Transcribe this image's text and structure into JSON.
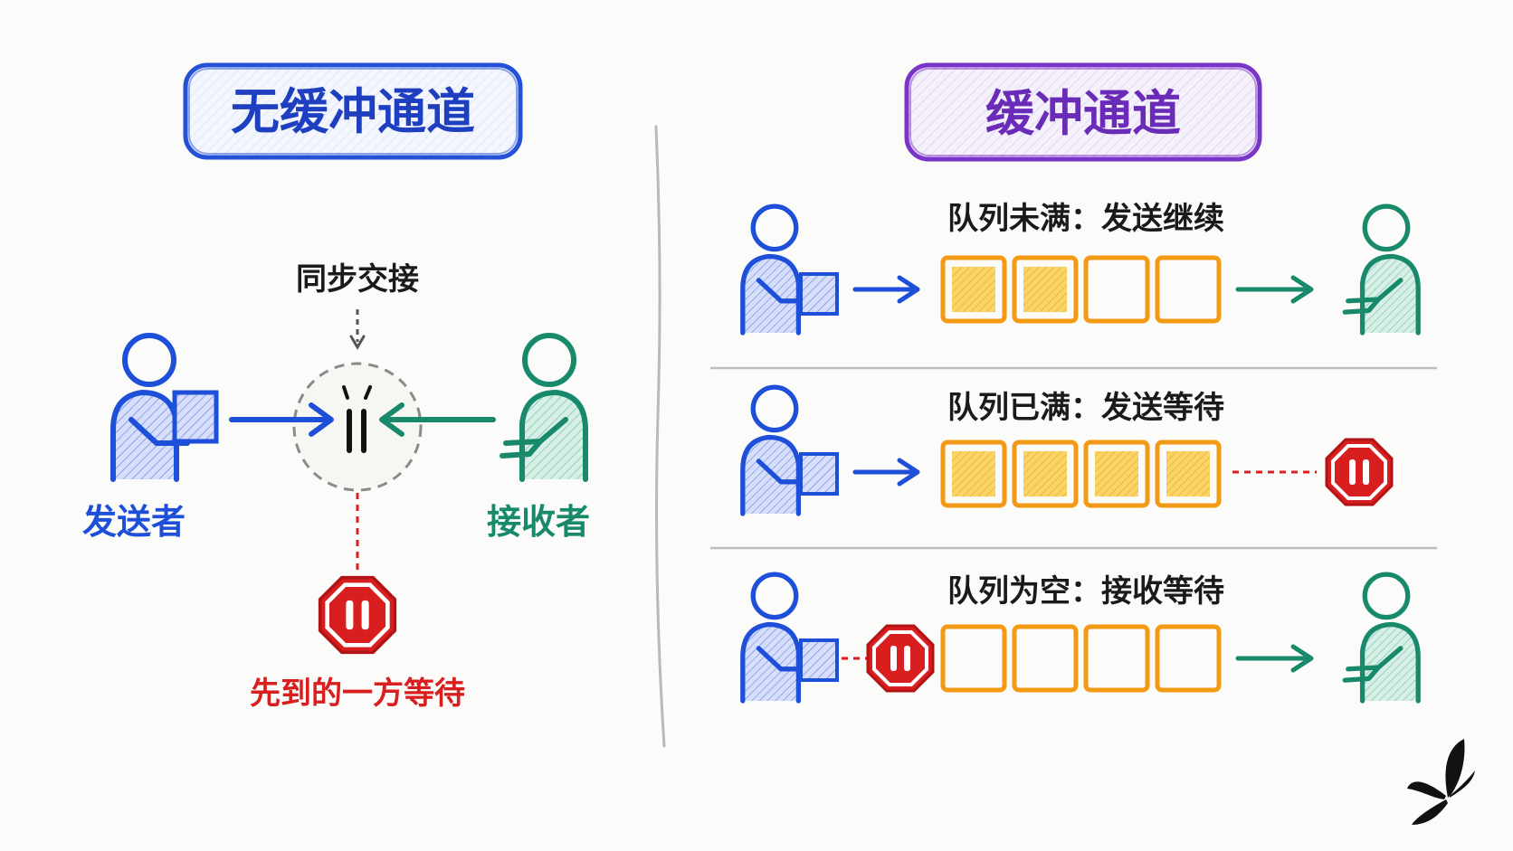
{
  "unbuffered": {
    "title": "无缓冲通道",
    "sync_label": "同步交接",
    "sender_label": "发送者",
    "receiver_label": "接收者",
    "wait_label": "先到的一方等待"
  },
  "buffered": {
    "title": "缓冲通道",
    "rows": [
      {
        "label": "队列未满：发送继续",
        "filled_slots": 2,
        "total_slots": 4
      },
      {
        "label": "队列已满：发送等待",
        "filled_slots": 4,
        "total_slots": 4
      },
      {
        "label": "队列为空：接收等待",
        "filled_slots": 0,
        "total_slots": 4
      }
    ]
  },
  "colors": {
    "sender": "#1e4fd8",
    "receiver": "#188a6b",
    "stop": "#d81e1e",
    "slot_border": "#f29a14",
    "slot_fill": "#f6c33a",
    "title_blue": "#1e3fc0",
    "title_purple": "#6a2bb8"
  },
  "icons": [
    "person-sender-icon",
    "person-receiver-icon",
    "package-icon",
    "stop-sign-icon",
    "butterfly-logo-icon"
  ]
}
